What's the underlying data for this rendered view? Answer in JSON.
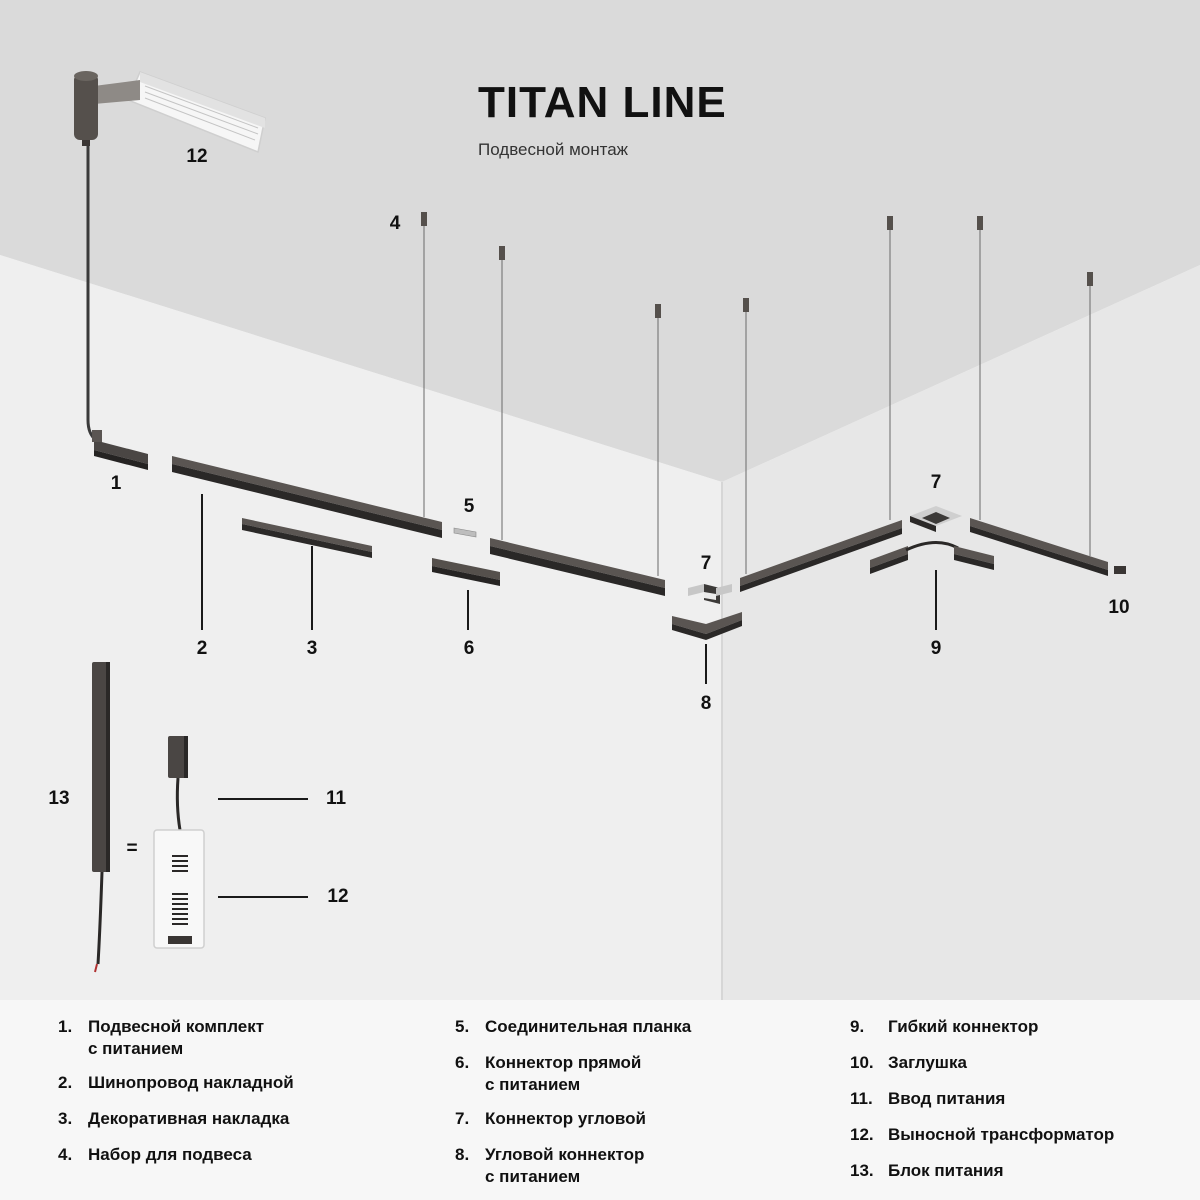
{
  "header": {
    "title": "TITAN LINE",
    "subtitle": "Подвесной монтаж"
  },
  "callouts": {
    "c1": "1",
    "c2": "2",
    "c3": "3",
    "c4": "4",
    "c5": "5",
    "c6": "6",
    "c7a": "7",
    "c7b": "7",
    "c8": "8",
    "c9": "9",
    "c10": "10",
    "c11": "11",
    "c12a": "12",
    "c12b": "12",
    "c13": "13",
    "equals": "="
  },
  "legend": {
    "col1": [
      {
        "num": "1.",
        "text": "Подвесной комплект\nс питанием"
      },
      {
        "num": "2.",
        "text": "Шинопровод накладной"
      },
      {
        "num": "3.",
        "text": "Декоративная накладка"
      },
      {
        "num": "4.",
        "text": "Набор для подвеса"
      }
    ],
    "col2": [
      {
        "num": "5.",
        "text": "Соединительная планка"
      },
      {
        "num": "6.",
        "text": "Коннектор прямой\nс питанием"
      },
      {
        "num": "7.",
        "text": "Коннектор угловой"
      },
      {
        "num": "8.",
        "text": "Угловой коннектор\nс питанием"
      }
    ],
    "col3": [
      {
        "num": "9.",
        "text": "Гибкий коннектор"
      },
      {
        "num": "10.",
        "text": "Заглушка"
      },
      {
        "num": "11.",
        "text": "Ввод питания"
      },
      {
        "num": "12.",
        "text": "Выносной трансформатор"
      },
      {
        "num": "13.",
        "text": "Блок питания"
      }
    ]
  },
  "colors": {
    "ceiling": "#d9d9d9",
    "wall_left": "#efefef",
    "wall_right": "#e6e6e6",
    "track": "#4a4644",
    "track_dark": "#1e1c1b",
    "cable": "#3a3a3a"
  }
}
